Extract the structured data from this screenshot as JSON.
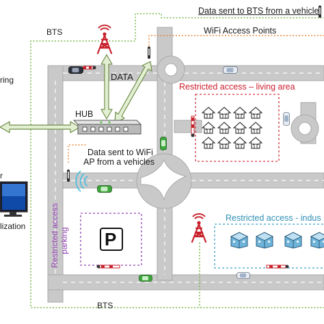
{
  "labels": {
    "bts_top": "BTS",
    "bts_bottom": "BTS",
    "data_sent_bts": "Data sent to BTS from a vehicle",
    "wifi_access_points": "WiFi Access Points",
    "data": "DATA",
    "hub": "HUB",
    "data_sent_wifi_line1": "Data sent to WiFi",
    "data_sent_wifi_line2": "AP from a vehicles",
    "restricted_living": "Restricted access – living area",
    "restricted_industry": "Restricted access - indus",
    "restricted_parking_line1": "Restricted access",
    "restricted_parking_line2": "parking",
    "parking_sign": "P",
    "left_ring": "ring",
    "left_lization": "lization",
    "left_r": "r"
  },
  "colors": {
    "road": "#c9c9c9",
    "road_edge": "#a9a9a9",
    "lane_mark": "#ffffff",
    "arrow_fill": "#e3efd2",
    "arrow_stroke": "#6d8c4a",
    "tower_red": "#c8202a",
    "green_dotted": "#7ab648",
    "orange_dotted": "#e8873a",
    "living_border": "#d53340",
    "industry_border": "#3aa0c9",
    "parking_border": "#8f45b0"
  },
  "icons": [
    "bts-tower-icon",
    "wifi-antenna-icon",
    "hub-switch-icon",
    "house-icon",
    "factory-icon",
    "monitor-icon",
    "car-icon",
    "barrier-gate-icon",
    "wifi-signal-icon",
    "parking-sign-icon"
  ]
}
